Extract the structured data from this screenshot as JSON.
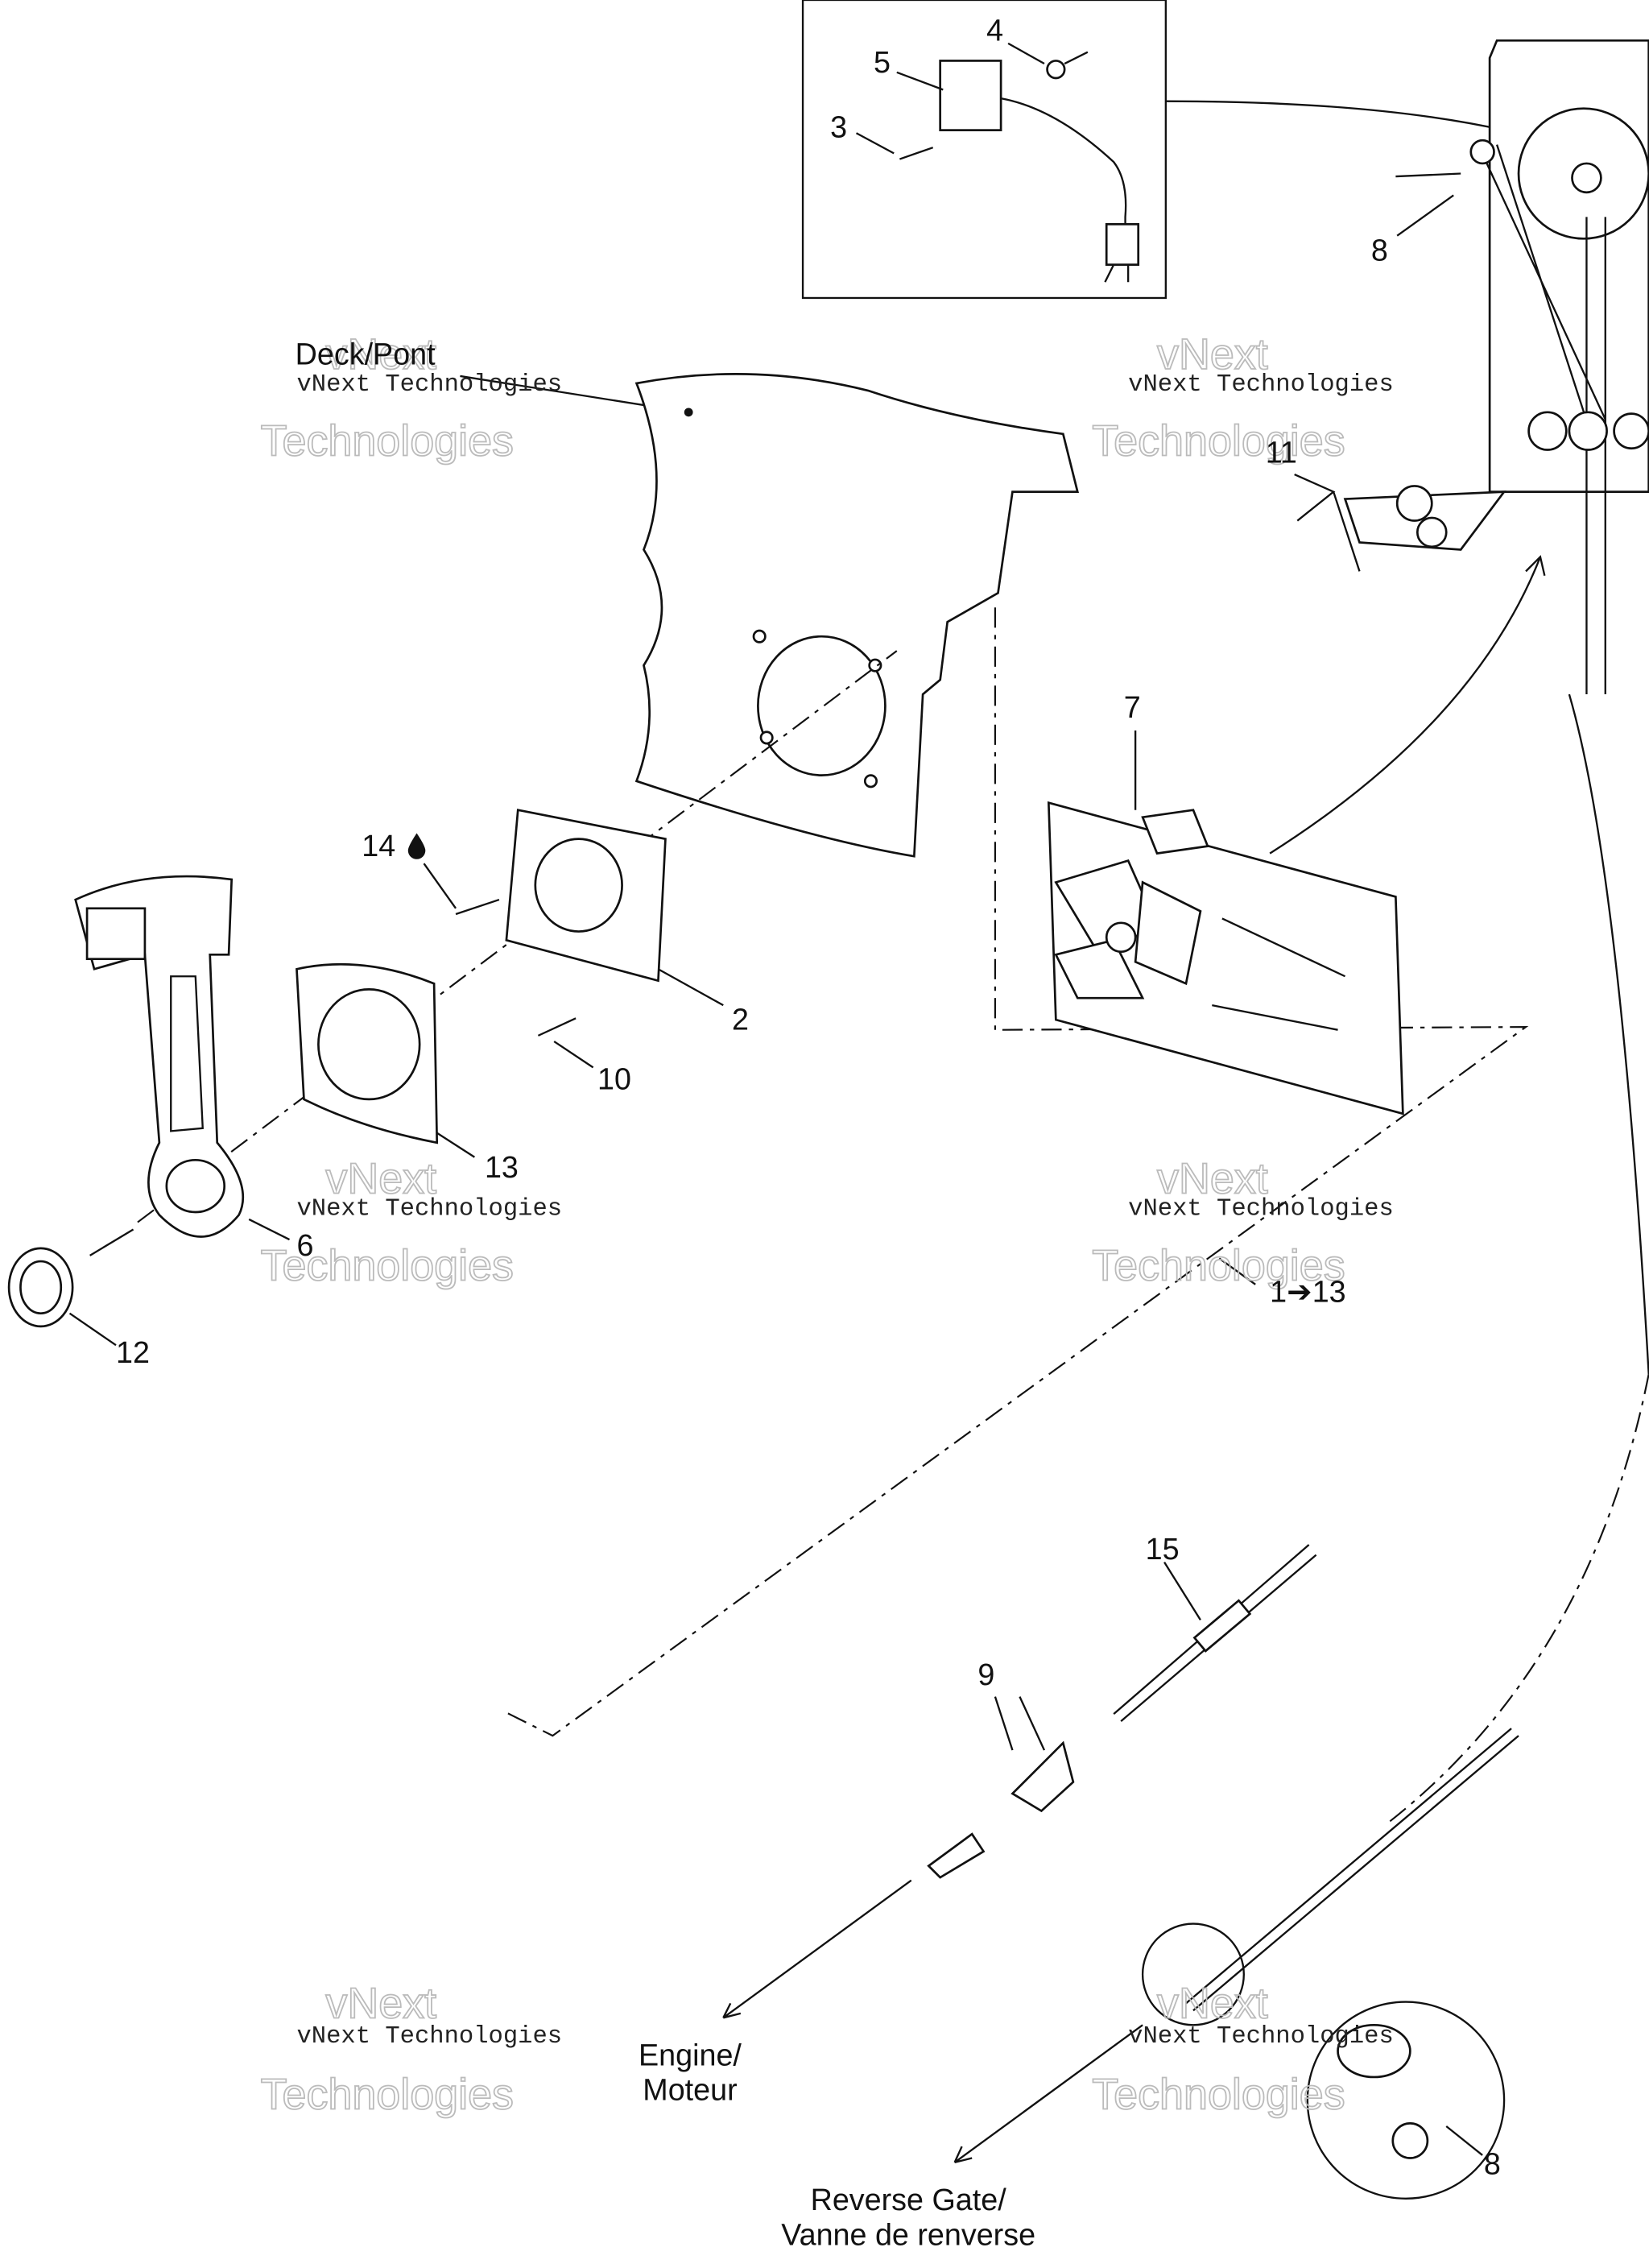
{
  "diagram": {
    "callouts": {
      "c4": "4",
      "c5": "5",
      "c3": "3",
      "c8a": "8",
      "c11": "11",
      "c7": "7",
      "c14": "14",
      "c2": "2",
      "c10": "10",
      "c13": "13",
      "c6": "6",
      "c12": "12",
      "c1to13": "1➔13",
      "c15": "15",
      "c9": "9",
      "c8b": "8"
    },
    "deck_label": "Deck/Pont",
    "engine_label": {
      "line1": "Engine/",
      "line2": "Moteur"
    },
    "reverse_label": {
      "line1": "Reverse Gate/",
      "line2": "Vanne de renverse"
    },
    "watermark": {
      "top": "vNext",
      "middle": "vNext Technologies",
      "bottom": "Technologies"
    },
    "symbols": {
      "c14_icon": "drop-icon"
    }
  }
}
